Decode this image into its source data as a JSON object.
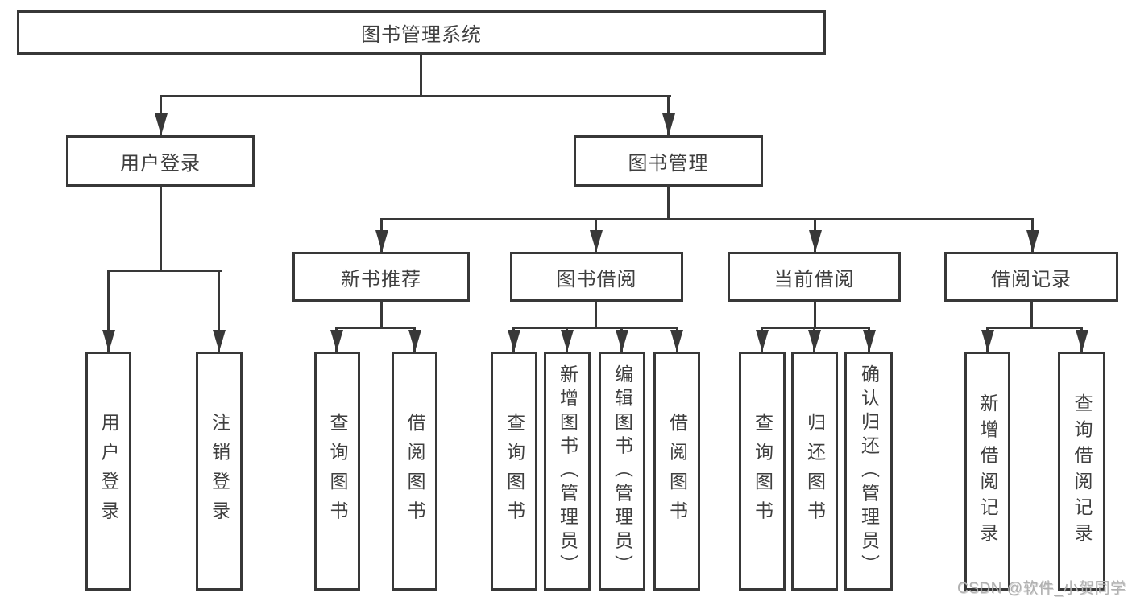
{
  "title": "图书管理系统",
  "watermark": "CSDN @软件_小贺同学",
  "colors": {
    "line": "#383838",
    "text": "#3f3f3f",
    "box_background": "#ffffff",
    "watermark": "#b0b0b0"
  },
  "nodes": {
    "root": "图书管理系统",
    "user_login": "用户登录",
    "book_mgmt": "图书管理",
    "new_book_rec": "新书推荐",
    "book_borrow": "图书借阅",
    "current_borrow": "当前借阅",
    "borrow_records": "借阅记录",
    "leaf_user_login": "用户登录",
    "leaf_logout": "注销登录",
    "leaf_rec_query": "查询图书",
    "leaf_rec_borrow": "借阅图书",
    "leaf_bb_query": "查询图书",
    "leaf_bb_add": "新增图书（管理员）",
    "leaf_bb_edit": "编辑图书（管理员）",
    "leaf_bb_borrow": "借阅图书",
    "leaf_cb_query": "查询图书",
    "leaf_cb_return": "归还图书",
    "leaf_cb_confirm": "确认归还（管理员）",
    "leaf_br_add": "新增借阅记录",
    "leaf_br_query": "查询借阅记录"
  }
}
